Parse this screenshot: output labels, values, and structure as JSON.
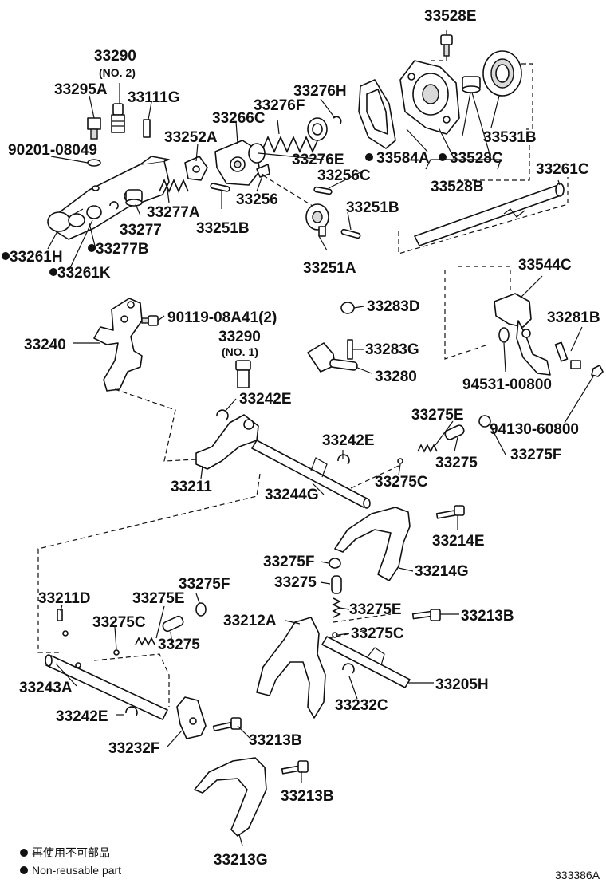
{
  "labels": {
    "p33528e_top": "33528E",
    "p33290_top": "33290",
    "p33290_no2": "(NO. 2)",
    "p33295a": "33295A",
    "p33111g": "33111G",
    "p33276h": "33276H",
    "p33276f": "33276F",
    "p33266c": "33266C",
    "p33252a": "33252A",
    "p90201": "90201-08049",
    "p33531b": "33531B",
    "p33584a": "33584A",
    "p33528c": "33528C",
    "p33276e": "33276E",
    "p33256c": "33256C",
    "p33528b": "33528B",
    "p33261c": "33261C",
    "p33256": "33256",
    "p33277a": "33277A",
    "p33277": "33277",
    "p33251b_1": "33251B",
    "p33251b_2": "33251B",
    "p33261h": "33261H",
    "p33277b": "33277B",
    "p33261k": "33261K",
    "p33251a": "33251A",
    "p33544c": "33544C",
    "p33283d": "33283D",
    "p90119": "90119-08A41(2)",
    "p33240": "33240",
    "p33281b": "33281B",
    "p33290_mid": "33290",
    "p33290_no1": "(NO. 1)",
    "p33283g": "33283G",
    "p33280": "33280",
    "p94531": "94531-00800",
    "p33242e_1": "33242E",
    "p94130": "94130-60800",
    "p33275e_1": "33275E",
    "p33242e_2": "33242E",
    "p33275_1": "33275",
    "p33275f_1": "33275F",
    "p33211": "33211",
    "p33244g": "33244G",
    "p33275c_1": "33275C",
    "p33214e": "33214E",
    "p33275f_2": "33275F",
    "p33214g": "33214G",
    "p33275_2": "33275",
    "p33211d": "33211D",
    "p33275f_3": "33275F",
    "p33275e_2": "33275E",
    "p33275e_3": "33275E",
    "p33212a": "33212A",
    "p33213b_1": "33213B",
    "p33275c_2": "33275C",
    "p33275c_3": "33275C",
    "p33275_3": "33275",
    "p33243a": "33243A",
    "p33205h": "33205H",
    "p33232c": "33232C",
    "p33242e_3": "33242E",
    "p33232f": "33232F",
    "p33213b_2": "33213B",
    "p33213b_3": "33213B",
    "p33213g": "33213G"
  },
  "legend": {
    "ja": "再使用不可部品",
    "en": "Non-reusable part"
  },
  "figure_id": "333386A"
}
